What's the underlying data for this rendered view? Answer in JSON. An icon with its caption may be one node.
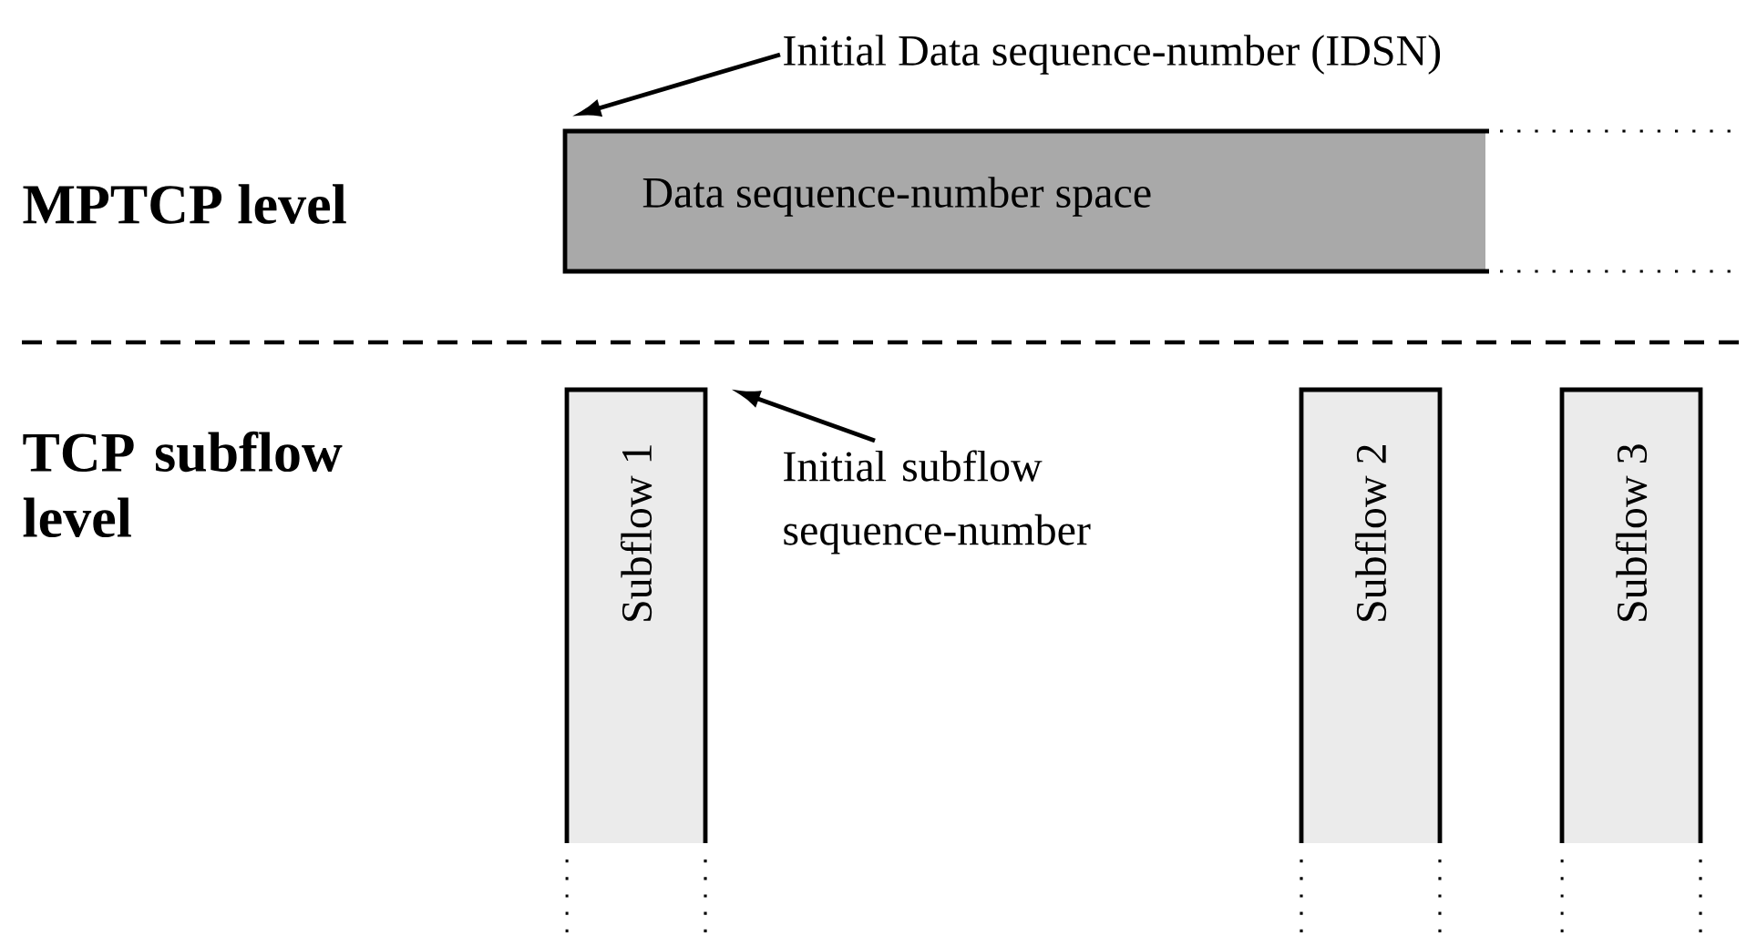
{
  "diagram": {
    "nodes": [
      {
        "text": [
          "Data sequence-number space"
        ]
      },
      {
        "text": [
          "Subflow 1"
        ]
      },
      {
        "text": [
          "Subflow 2"
        ]
      },
      {
        "text": [
          "Subflow 3"
        ]
      },
      {
        "text": [
          "Initial Data sequence-number (IDSN)"
        ]
      },
      {
        "text": [
          "Initial subflow sequence-number"
        ]
      }
    ],
    "edges": [
      {
        "from": 4,
        "to": 0,
        "arrow": "to"
      },
      {
        "from": 5,
        "to": 1,
        "arrow": "to"
      }
    ],
    "labels": [
      "MPTCP level",
      "TCP subflow level"
    ]
  }
}
